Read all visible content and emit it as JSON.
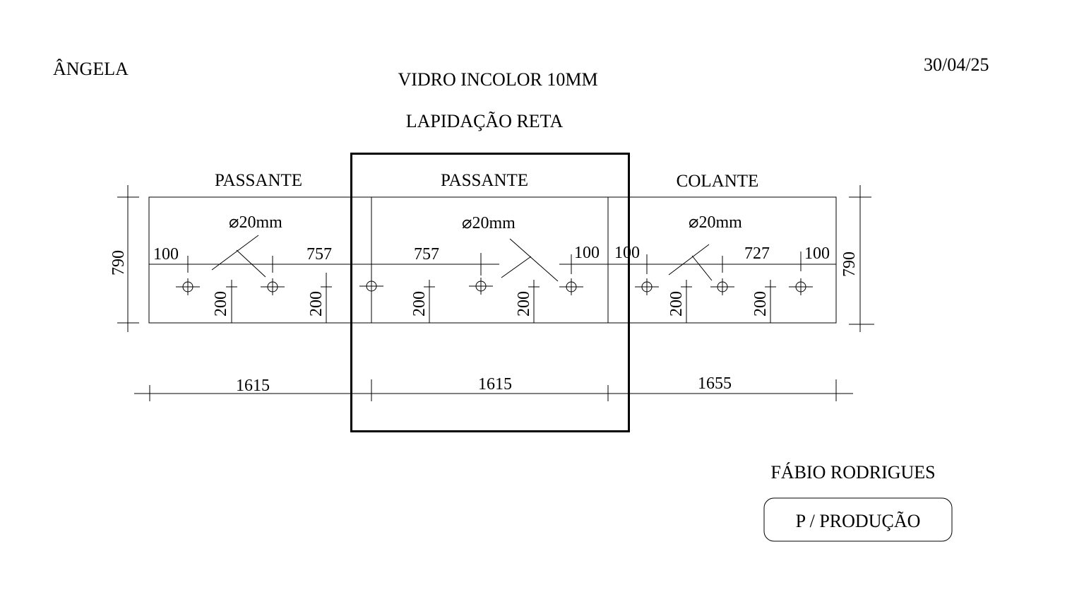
{
  "header": {
    "client": "ÂNGELA",
    "date": "30/04/25",
    "glass_spec": "VIDRO INCOLOR 10MM",
    "finish": "LAPIDAÇÃO RETA"
  },
  "panels": [
    {
      "type_label": "PASSANTE",
      "hole_label": "⌀20mm",
      "width": "1615",
      "left_edge": "100",
      "hole_spacing": "757",
      "vertical_offsets": [
        "200",
        "200"
      ]
    },
    {
      "type_label": "PASSANTE",
      "hole_label": "⌀20mm",
      "width": "1615",
      "hole_spacing": "757",
      "right_edge": "100",
      "vertical_offsets": [
        "200",
        "200"
      ]
    },
    {
      "type_label": "COLANTE",
      "hole_label": "⌀20mm",
      "width": "1655",
      "left_edge": "100",
      "hole_spacing": "727",
      "right_edge": "100",
      "vertical_offsets": [
        "200",
        "200"
      ]
    }
  ],
  "height_left": "790",
  "height_right": "790",
  "footer": {
    "designer": "FÁBIO RODRIGUES",
    "stamp": "P / PRODUÇÃO"
  }
}
